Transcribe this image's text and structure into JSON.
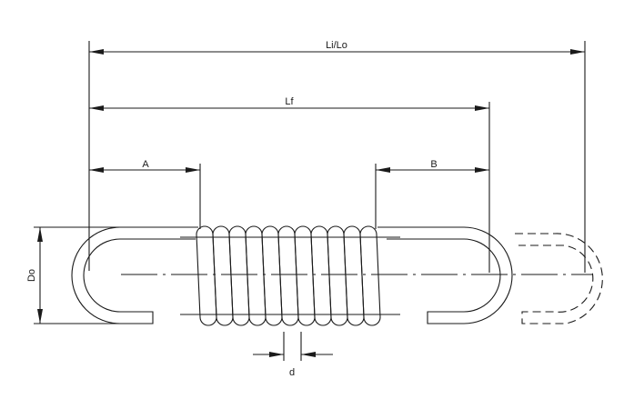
{
  "title": "Extension spring dimension diagram",
  "labels": {
    "overall_length": "Li/Lo",
    "free_length": "Lf",
    "left_hook_length": "A",
    "right_hook_length": "B",
    "outer_diameter": "Do",
    "wire_diameter": "d"
  },
  "coil_count_drawn": 11
}
